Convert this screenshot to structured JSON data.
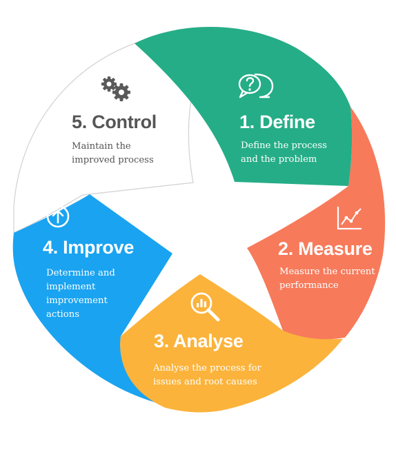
{
  "stages": [
    {
      "id": "define",
      "title": "1. Define",
      "lines": [
        "Define the process",
        "and the problem"
      ],
      "color": "#25ad87",
      "text_color": "#ffffff",
      "icon": "question-speech-bubbles-icon"
    },
    {
      "id": "measure",
      "title": "2. Measure",
      "lines": [
        "Measure the current",
        "performance"
      ],
      "color": "#f77a5b",
      "text_color": "#ffffff",
      "icon": "line-chart-icon"
    },
    {
      "id": "analyse",
      "title": "3. Analyse",
      "lines": [
        "Analyse the process for",
        "issues and root causes"
      ],
      "color": "#fbb33b",
      "text_color": "#ffffff",
      "icon": "magnifier-bar-chart-icon"
    },
    {
      "id": "improve",
      "title": "4. Improve",
      "lines": [
        "Determine and",
        "implement",
        "improvement",
        "actions"
      ],
      "color": "#1aa3f0",
      "text_color": "#ffffff",
      "icon": "circle-up-arrow-icon"
    },
    {
      "id": "control",
      "title": "5. Control",
      "lines": [
        "Maintain the",
        "improved process"
      ],
      "color": "#ffffff",
      "text_color": "#555555",
      "icon": "gears-icon"
    }
  ],
  "outline_color": "#d4d4d4"
}
